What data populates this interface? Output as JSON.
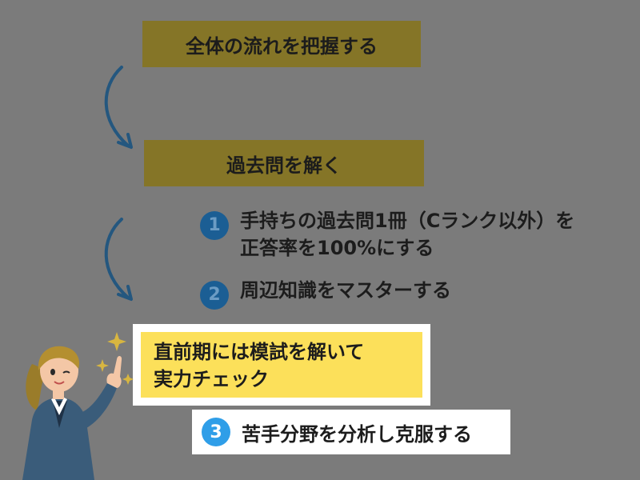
{
  "flow": {
    "box1": "全体の流れを把握する",
    "box2": "過去問を解く"
  },
  "steps": [
    {
      "number": "1",
      "lines": [
        "手持ちの過去問1冊（Cランク以外）を",
        "正答率を100%にする"
      ]
    },
    {
      "number": "2",
      "lines": [
        "周辺知識をマスターする"
      ]
    }
  ],
  "highlight": {
    "lines": [
      "直前期には模試を解いて",
      "実力チェック"
    ]
  },
  "step3": {
    "number": "3",
    "text": "苦手分野を分析し克服する"
  },
  "colors": {
    "background": "#7b7b7b",
    "box": "#857527",
    "arrow": "#24577f",
    "step_circle": "#1b5e94",
    "highlight": "#fce05a",
    "step3_circle": "#2f9ee8"
  },
  "icons": {
    "arrows": "curved-down-arrow-icon",
    "character": "businesswoman-pointing-icon"
  }
}
